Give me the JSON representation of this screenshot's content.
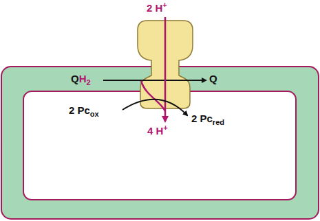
{
  "diagram": {
    "labels": [
      "2 H+",
      "QH2",
      "Q",
      "2 Pcox",
      "4 H+",
      "2 Pcred"
    ]
  }
}
